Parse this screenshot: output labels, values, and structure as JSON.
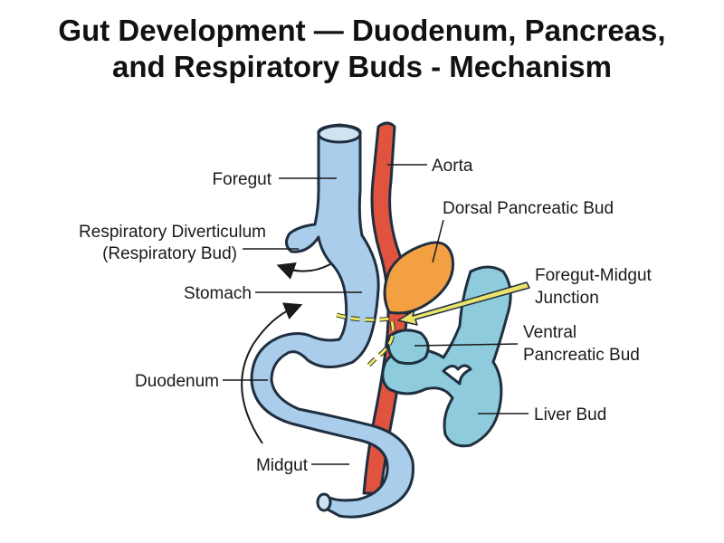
{
  "title": {
    "line1": "Gut Development — Duodenum, Pancreas,",
    "line2": "and Respiratory Buds - Mechanism"
  },
  "labels": {
    "foregut": "Foregut",
    "aorta": "Aorta",
    "dorsal_pancreatic_bud": "Dorsal Pancreatic Bud",
    "respiratory_line1": "Respiratory Diverticulum",
    "respiratory_line2": "(Respiratory Bud)",
    "stomach": "Stomach",
    "junction_line1": "Foregut-Midgut",
    "junction_line2": "Junction",
    "ventral_line1": "Ventral",
    "ventral_line2": "Pancreatic Bud",
    "duodenum": "Duodenum",
    "liver_bud": "Liver Bud",
    "midgut": "Midgut"
  },
  "colors": {
    "gut": "#a9cdea",
    "gut_light": "#cfe3f3",
    "aorta": "#e0533f",
    "dorsal_bud": "#f2a042",
    "liver": "#8ecbdc",
    "junction_line": "#f0e65a",
    "arrow": "#e9e36a",
    "outline": "#1f2f3f"
  }
}
